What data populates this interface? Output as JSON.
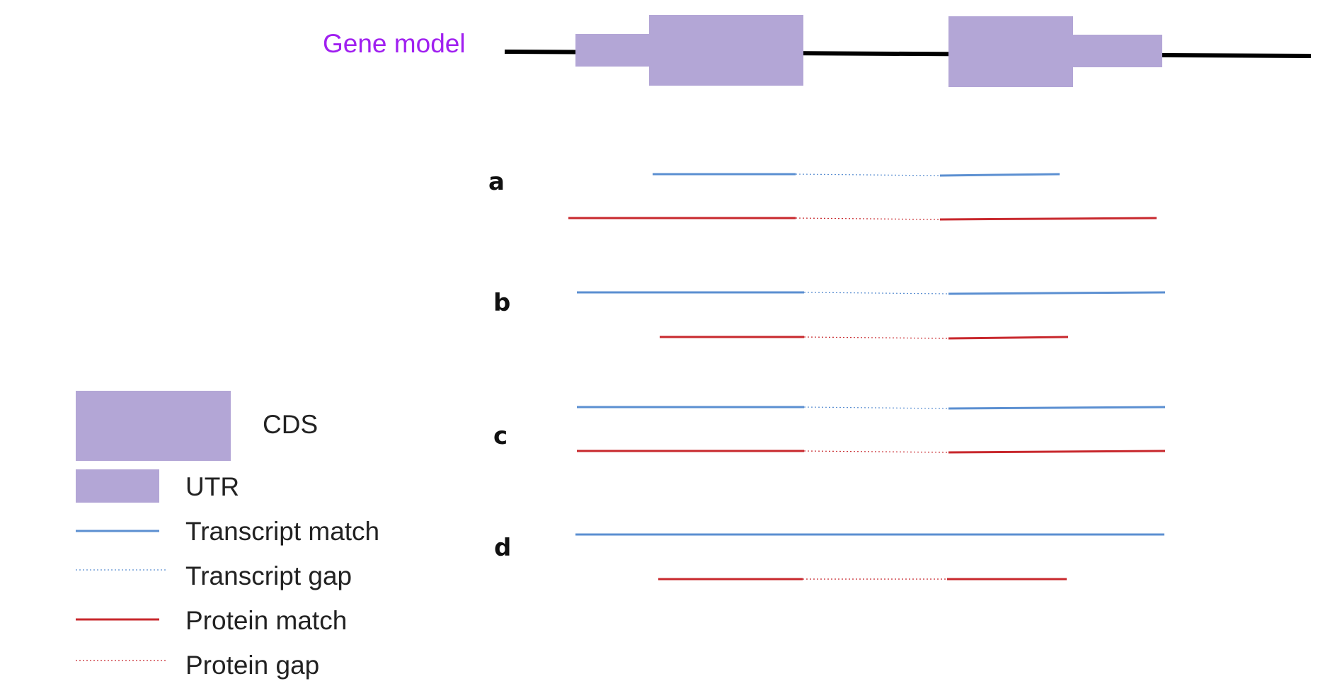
{
  "gene_model": {
    "label": "Gene model",
    "label_color": "#a020f0",
    "line_color": "#000000",
    "feature_color": "#b3a6d6"
  },
  "colors": {
    "transcript": "#5b8fd1",
    "protein": "#c8282d"
  },
  "rows": [
    {
      "label": "a",
      "tracks": [
        {
          "kind": "transcript"
        },
        {
          "kind": "protein"
        }
      ]
    },
    {
      "label": "b",
      "tracks": [
        {
          "kind": "transcript"
        },
        {
          "kind": "protein"
        }
      ]
    },
    {
      "label": "c",
      "tracks": [
        {
          "kind": "transcript"
        },
        {
          "kind": "protein"
        }
      ]
    },
    {
      "label": "d",
      "tracks": [
        {
          "kind": "transcript"
        },
        {
          "kind": "protein"
        }
      ]
    }
  ],
  "legend": [
    {
      "label": "CDS",
      "symbol": "cds-box"
    },
    {
      "label": "UTR",
      "symbol": "utr-box"
    },
    {
      "label": "Transcript match",
      "symbol": "transcript-match"
    },
    {
      "label": "Transcript gap",
      "symbol": "transcript-gap"
    },
    {
      "label": "Protein match",
      "symbol": "protein-match"
    },
    {
      "label": "Protein gap",
      "symbol": "protein-gap"
    }
  ]
}
